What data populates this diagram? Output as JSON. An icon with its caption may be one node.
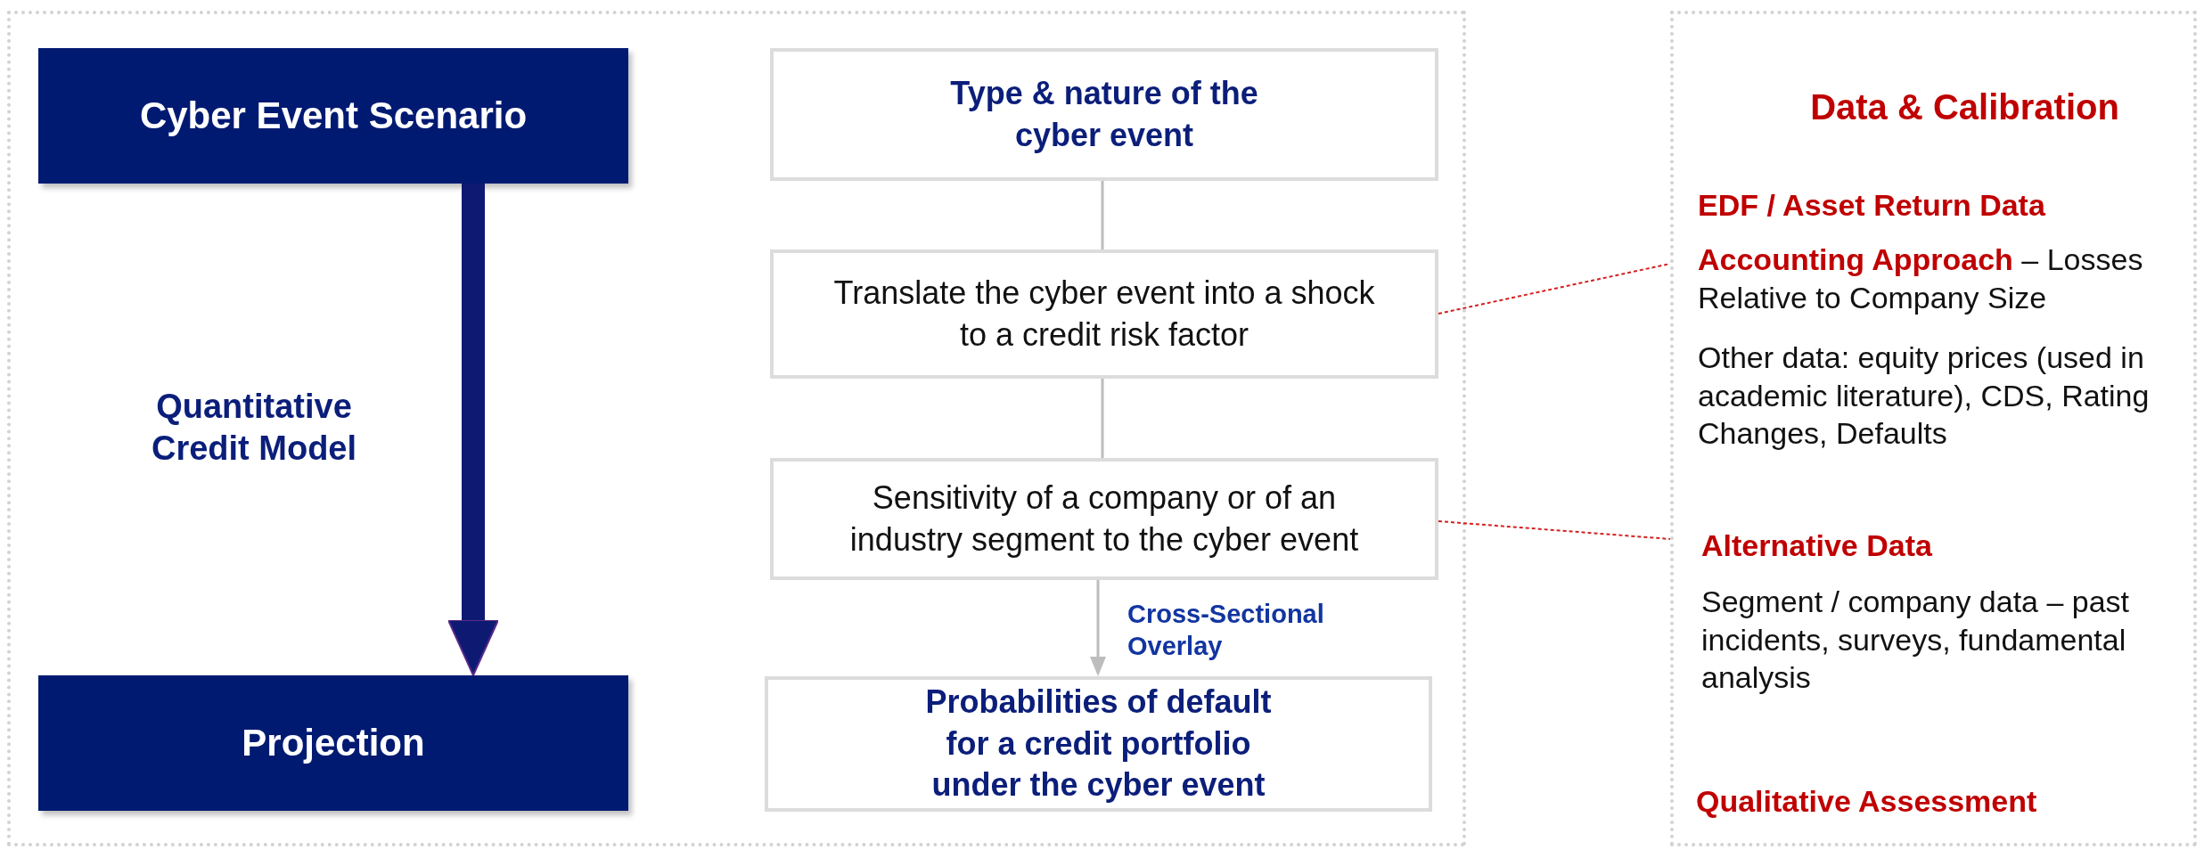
{
  "diagram": {
    "nodes": [
      {
        "text": [],
        "shape": "box"
      },
      {
        "text": [
          "Cyber Event Scenario"
        ],
        "in": 0
      },
      {
        "text": [
          "Projection"
        ],
        "in": 0
      },
      {
        "text": [
          "Type & nature of the cyber event"
        ],
        "in": 0
      },
      {
        "text": [
          "Translate the cyber event into a shock to a credit risk factor"
        ],
        "in": 0
      },
      {
        "text": [
          "Sensitivity of a company or of an industry segment to the cyber event"
        ],
        "in": 0
      },
      {
        "text": [
          "Probabilities of default for a credit portfolio under the cyber event"
        ],
        "in": 0
      },
      {
        "text": [
          "Data & Calibration"
        ]
      },
      {
        "text": [
          "EDF / Asset Return Data"
        ],
        "in": 7
      },
      {
        "text": [
          "**Accounting Approach** – Losses Relative to Company Size"
        ],
        "in": 7
      },
      {
        "text": [
          "Other data: equity prices (used in academic literature), CDS, Rating Changes, Defaults"
        ],
        "in": 7
      },
      {
        "text": [
          "Alternative Data"
        ],
        "in": 7
      },
      {
        "text": [
          "Segment / company data – past incidents, surveys, fundamental analysis"
        ],
        "in": 7
      },
      {
        "text": [
          "Qualitative Assessment"
        ],
        "in": 7
      }
    ],
    "edges": [
      {
        "from": 1,
        "to": 2,
        "arrow": "to",
        "style": "thick",
        "color": "#0e1a72",
        "label": "Quantitative Credit Model"
      },
      {
        "from": 3,
        "to": 4,
        "arrow": "none"
      },
      {
        "from": 4,
        "to": 5,
        "arrow": "none"
      },
      {
        "from": 5,
        "to": 6,
        "arrow": "to",
        "label": "Cross-Sectional Overlay"
      },
      {
        "from": 4,
        "to": 7,
        "arrow": "none",
        "style": "dashed",
        "color": "#d42020"
      },
      {
        "from": 5,
        "to": 7,
        "arrow": "none",
        "style": "dashed",
        "color": "#d42020"
      }
    ]
  }
}
